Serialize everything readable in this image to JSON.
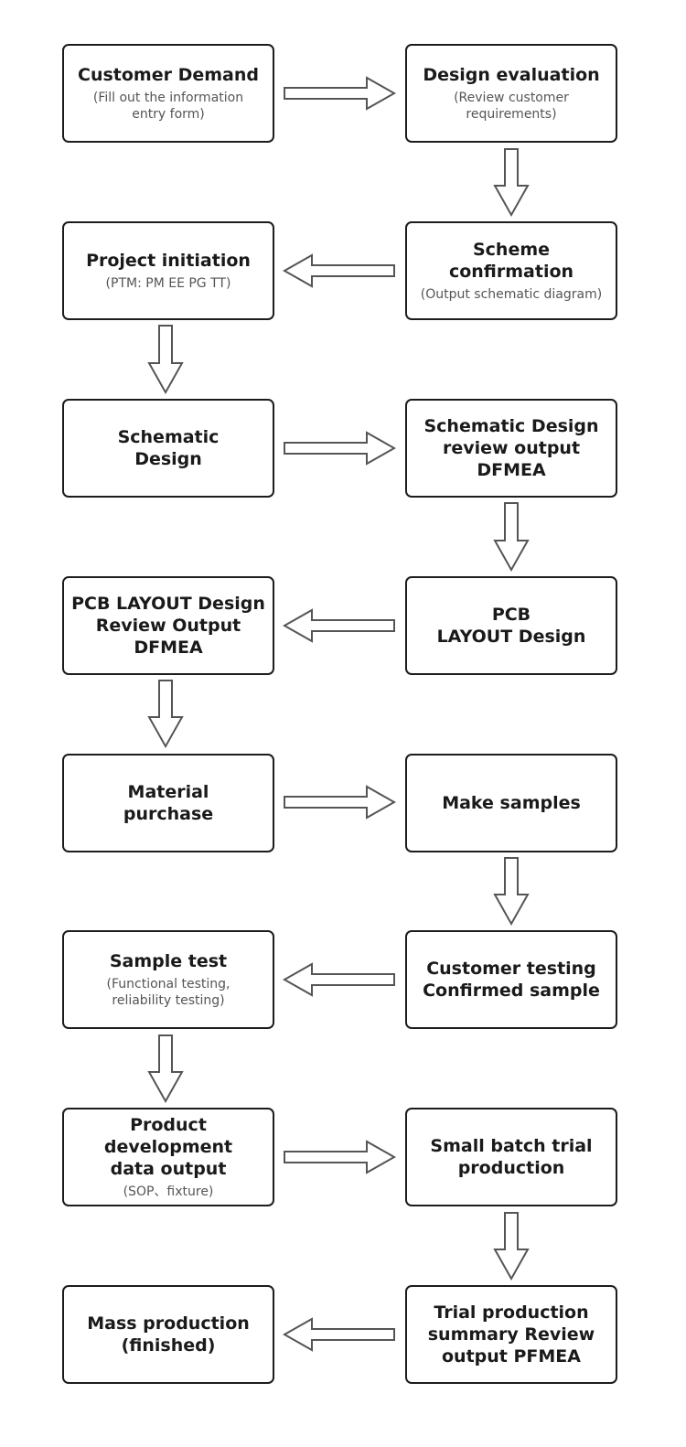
{
  "steps": {
    "customer_demand": {
      "title": "Customer Demand",
      "sub": "(Fill out the information\nentry form)"
    },
    "design_evaluation": {
      "title": "Design evaluation",
      "sub": "(Review customer\nrequirements)"
    },
    "scheme_confirmation": {
      "title": "Scheme\nconfirmation",
      "sub": "(Output schematic diagram)"
    },
    "project_initiation": {
      "title": "Project initiation",
      "sub": "(PTM:  PM EE PG TT)"
    },
    "schematic_design": {
      "title": "Schematic\nDesign"
    },
    "schematic_review": {
      "title": "Schematic Design\nreview output\nDFMEA"
    },
    "pcb_layout_design": {
      "title": "PCB\nLAYOUT Design"
    },
    "pcb_layout_review": {
      "title": "PCB  LAYOUT Design\nReview Output\nDFMEA"
    },
    "material_purchase": {
      "title": "Material\npurchase"
    },
    "make_samples": {
      "title": "Make samples"
    },
    "customer_testing": {
      "title": "Customer testing\nConfirmed sample"
    },
    "sample_test": {
      "title": "Sample test",
      "sub": "(Functional testing,\nreliability testing)"
    },
    "product_data_output": {
      "title": "Product\ndevelopment\ndata output",
      "sub": "(SOP、fixture)"
    },
    "small_batch": {
      "title": "Small batch trial\nproduction"
    },
    "trial_summary": {
      "title": "Trial production\nsummary Review\noutput PFMEA"
    },
    "mass_production": {
      "title": "Mass production\n(finished)"
    }
  }
}
